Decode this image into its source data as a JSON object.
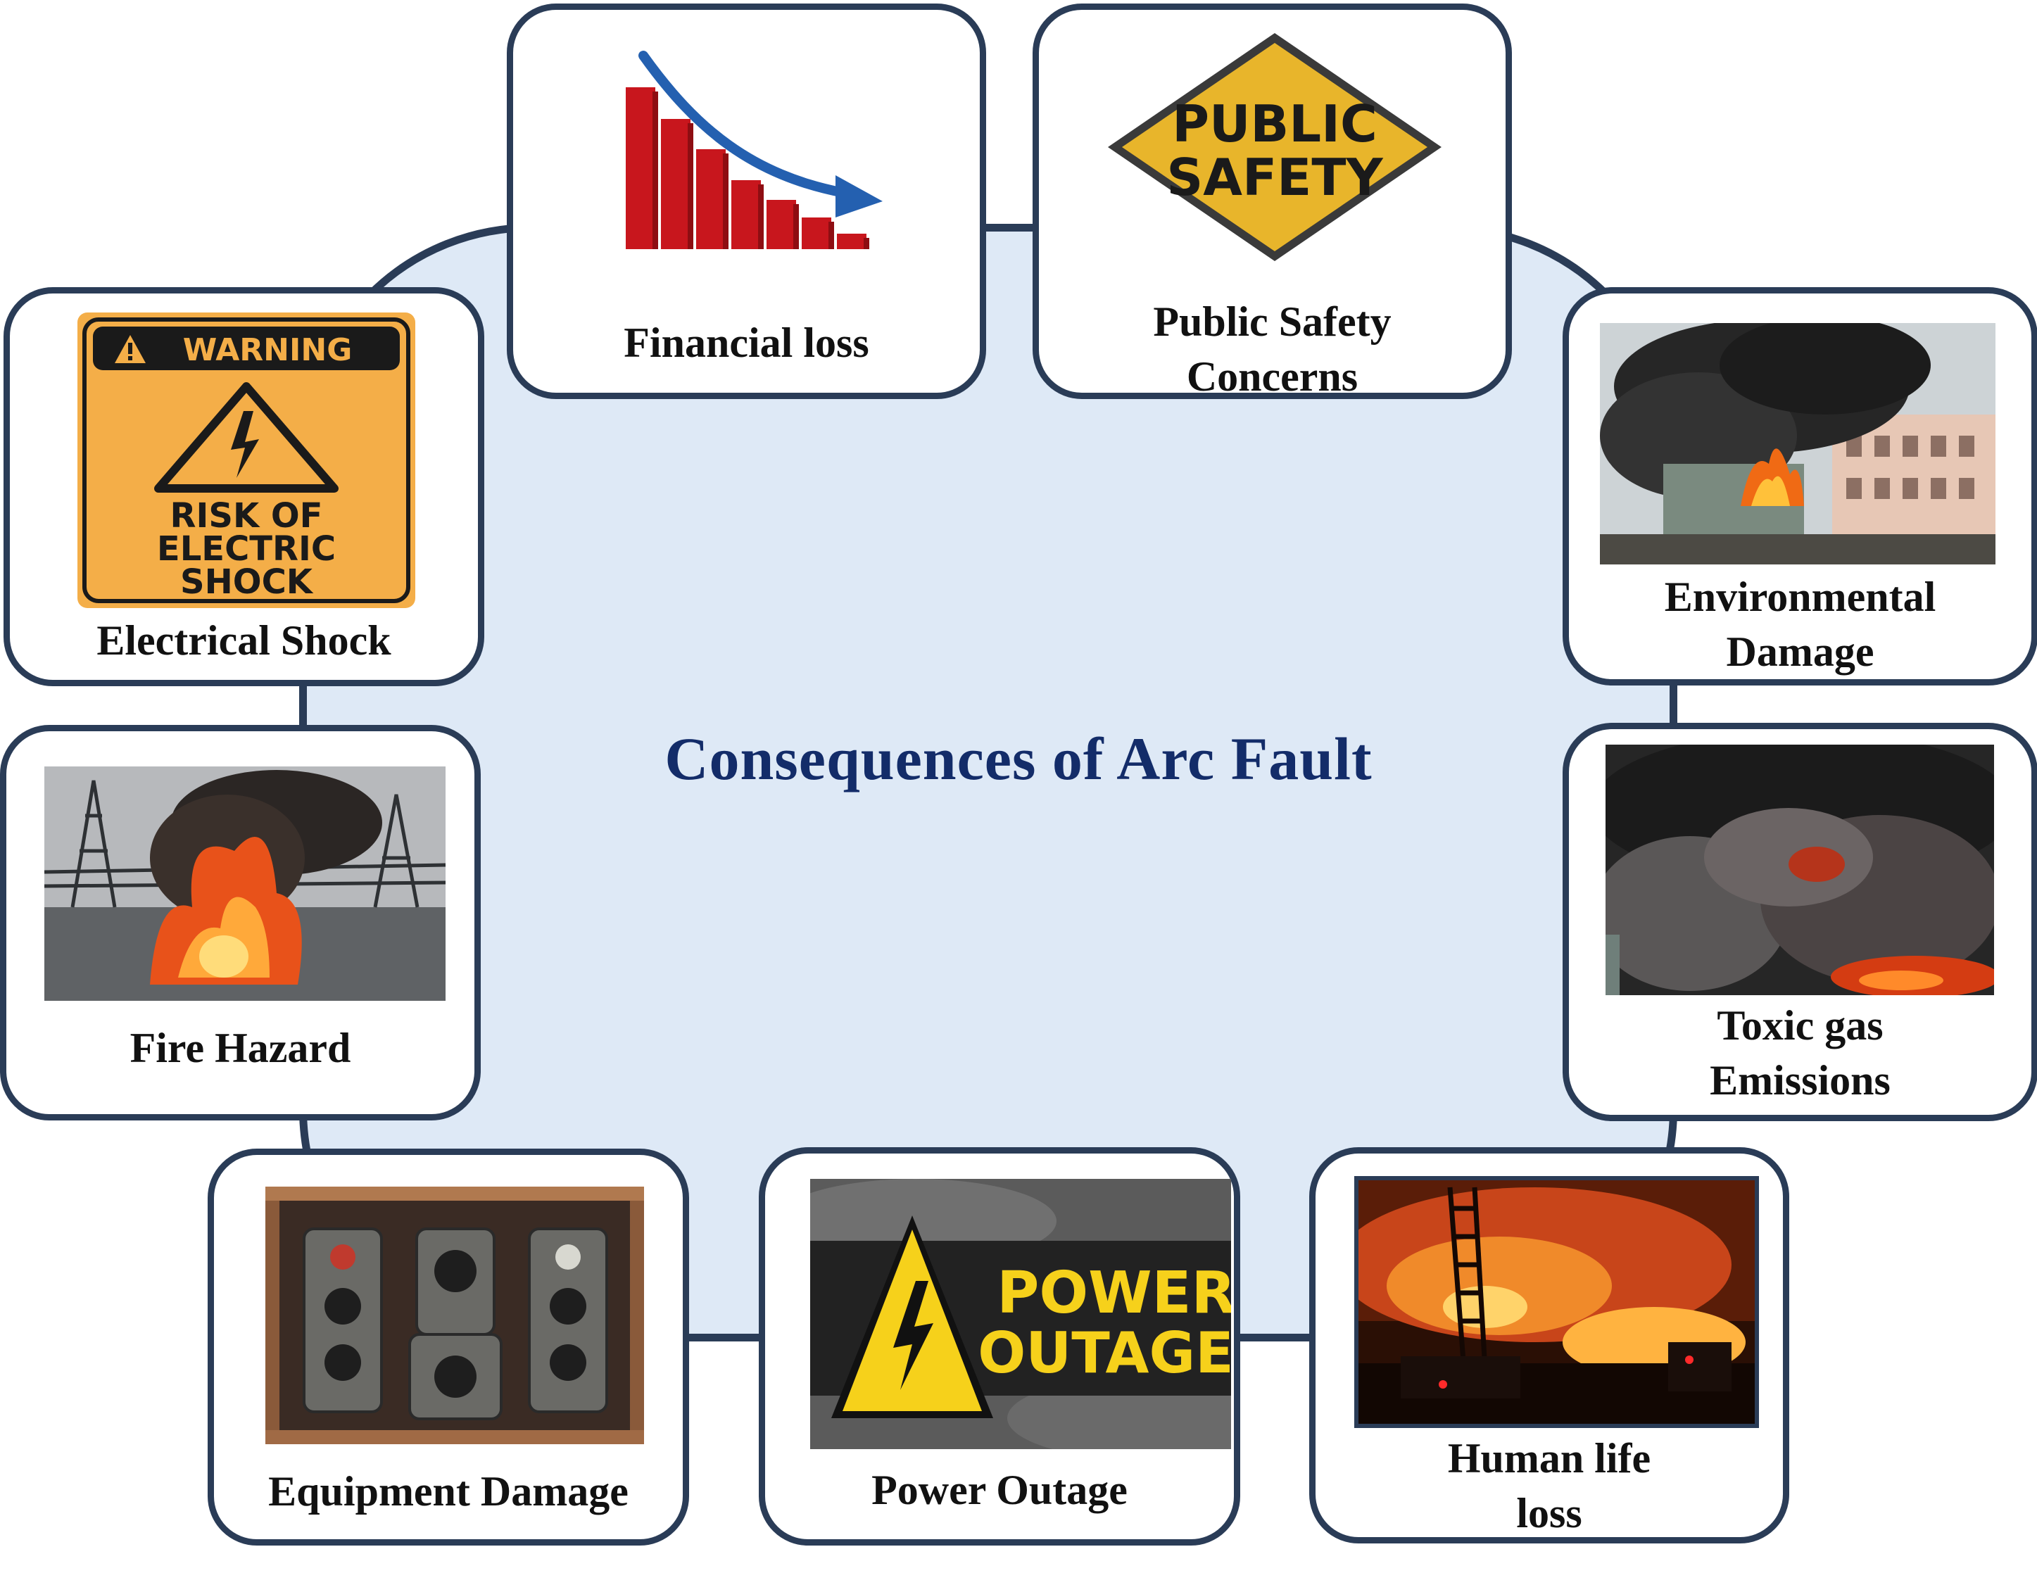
{
  "diagram": {
    "title": "Consequences of Arc Fault",
    "consequences": [
      {
        "id": "financial",
        "label": "Financial loss",
        "icon": "falling-bar-chart-icon"
      },
      {
        "id": "public-safety",
        "label_line1": "Public Safety",
        "label_line2": "Concerns",
        "icon": "public-safety-sign-icon",
        "sign_line1": "PUBLIC",
        "sign_line2": "SAFETY"
      },
      {
        "id": "environmental",
        "label_line1": "Environmental",
        "label_line2": "Damage",
        "icon": "burning-building-photo"
      },
      {
        "id": "toxic-gas",
        "label_line1": "Toxic gas",
        "label_line2": "Emissions",
        "icon": "black-smoke-photo"
      },
      {
        "id": "human-life",
        "label_line1": "Human life",
        "label_line2": "loss",
        "icon": "night-fire-photo"
      },
      {
        "id": "power-outage",
        "label": "Power Outage",
        "icon": "power-outage-sign-icon",
        "sign_line1": "POWER",
        "sign_line2": "OUTAGE"
      },
      {
        "id": "equipment",
        "label": "Equipment Damage",
        "icon": "burnt-switchgear-photo"
      },
      {
        "id": "fire",
        "label": "Fire Hazard",
        "icon": "substation-fire-photo"
      },
      {
        "id": "electrical-shock",
        "label": "Electrical Shock",
        "icon": "warning-sign-icon",
        "sign_header": "WARNING",
        "sign_line1": "RISK OF",
        "sign_line2": "ELECTRIC",
        "sign_line3": "SHOCK"
      }
    ]
  },
  "colors": {
    "hub_fill": "#dee9f6",
    "border": "#2a3c57",
    "title": "#132c69",
    "warning_orange": "#f4ae48",
    "safety_yellow": "#e8b52b",
    "power_yellow": "#f6d11b",
    "bar_red": "#c8161d",
    "arrow_blue": "#2460b0"
  }
}
